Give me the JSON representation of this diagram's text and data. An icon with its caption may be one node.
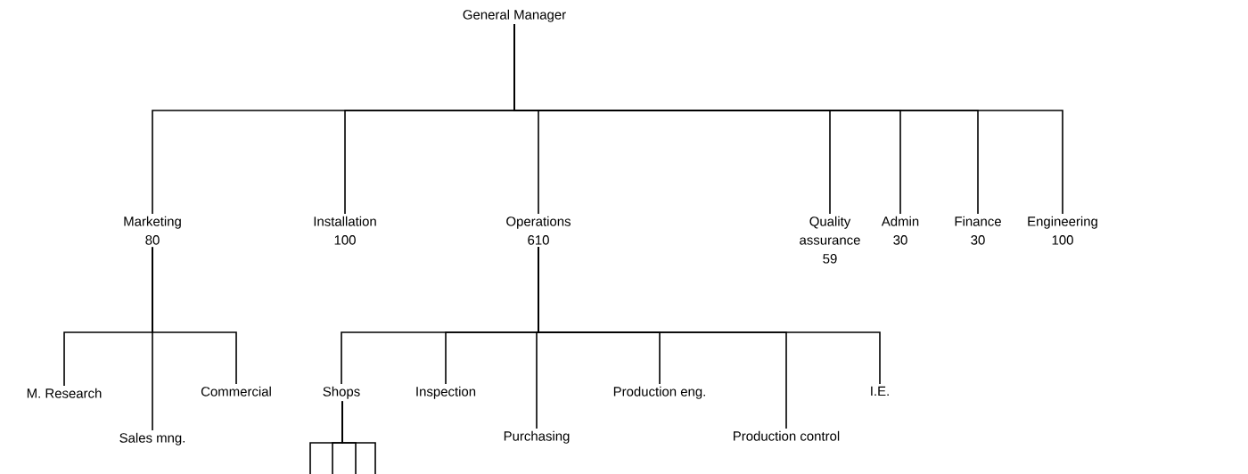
{
  "diagram": {
    "nodes": [
      {
        "text": [
          "General Manager"
        ]
      },
      {
        "text": [
          "Marketing",
          "80"
        ]
      },
      {
        "text": [
          "Installation",
          "100"
        ]
      },
      {
        "text": [
          "Operations",
          "610"
        ]
      },
      {
        "text": [
          "Quality assurance",
          "59"
        ]
      },
      {
        "text": [
          "Admin",
          "30"
        ]
      },
      {
        "text": [
          "Finance",
          "30"
        ]
      },
      {
        "text": [
          "Engineering",
          "100"
        ]
      },
      {
        "text": [
          "M. Research"
        ]
      },
      {
        "text": [
          "Sales mng."
        ]
      },
      {
        "text": [
          "Commercial"
        ]
      },
      {
        "text": [
          "Shops"
        ]
      },
      {
        "text": [
          "Inspection"
        ]
      },
      {
        "text": [
          "Purchasing"
        ]
      },
      {
        "text": [
          "Production eng."
        ]
      },
      {
        "text": [
          "Production control"
        ]
      },
      {
        "text": [
          "I.E."
        ]
      }
    ],
    "edges": [
      {
        "from": 0,
        "to": 1,
        "arrow": "none"
      },
      {
        "from": 0,
        "to": 2,
        "arrow": "none"
      },
      {
        "from": 0,
        "to": 3,
        "arrow": "none"
      },
      {
        "from": 0,
        "to": 4,
        "arrow": "none"
      },
      {
        "from": 0,
        "to": 5,
        "arrow": "none"
      },
      {
        "from": 0,
        "to": 6,
        "arrow": "none"
      },
      {
        "from": 0,
        "to": 7,
        "arrow": "none"
      },
      {
        "from": 1,
        "to": 8,
        "arrow": "none"
      },
      {
        "from": 1,
        "to": 9,
        "arrow": "none"
      },
      {
        "from": 1,
        "to": 10,
        "arrow": "none"
      },
      {
        "from": 3,
        "to": 11,
        "arrow": "none"
      },
      {
        "from": 3,
        "to": 12,
        "arrow": "none"
      },
      {
        "from": 3,
        "to": 13,
        "arrow": "none"
      },
      {
        "from": 3,
        "to": 14,
        "arrow": "none"
      },
      {
        "from": 3,
        "to": 15,
        "arrow": "none"
      },
      {
        "from": 3,
        "to": 16,
        "arrow": "none"
      },
      {
        "from": 11,
        "to": null,
        "arrow": "none"
      },
      {
        "from": 11,
        "to": null,
        "arrow": "none"
      },
      {
        "from": 11,
        "to": null,
        "arrow": "none"
      },
      {
        "from": 11,
        "to": null,
        "arrow": "none"
      }
    ]
  }
}
